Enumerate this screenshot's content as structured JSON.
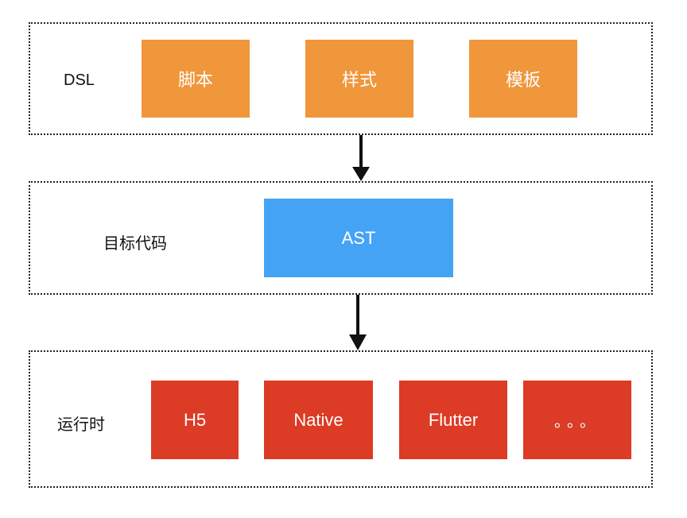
{
  "dsl": {
    "label": "DSL",
    "items": [
      "脚本",
      "样式",
      "模板"
    ]
  },
  "target": {
    "label": "目标代码",
    "items": [
      "AST"
    ]
  },
  "runtime": {
    "label": "运行时",
    "items": [
      "H5",
      "Native",
      "Flutter",
      "。。。"
    ]
  },
  "colors": {
    "dsl_box": "#f0963b",
    "ast_box": "#45a3f5",
    "runtime_box": "#dc3b25",
    "border": "#222222"
  }
}
